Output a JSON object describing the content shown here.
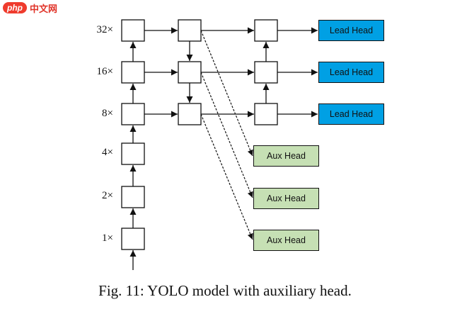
{
  "watermark": {
    "logo": "php",
    "text": "中文网"
  },
  "scales": [
    "32×",
    "16×",
    "8×",
    "4×",
    "2×",
    "1×"
  ],
  "lead_heads": [
    "Lead Head",
    "Lead Head",
    "Lead Head"
  ],
  "aux_heads": [
    "Aux Head",
    "Aux Head",
    "Aux Head"
  ],
  "caption": "Fig. 11: YOLO model with auxiliary head.",
  "colors": {
    "lead_head": "#00a0e4",
    "aux_head": "#c6e0b4",
    "line": "#111111"
  }
}
